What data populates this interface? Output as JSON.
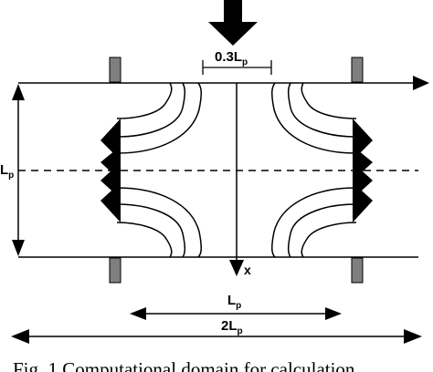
{
  "labels": {
    "gap": "0.3L",
    "gap_sub": "p",
    "height": "L",
    "height_sub": "p",
    "axis": "x",
    "width": "L",
    "width_sub": "p",
    "total": "2L",
    "total_sub": "p"
  },
  "caption": "Fig. 1 Computational domain for calculation",
  "colors": {
    "line": "#000000",
    "support": "#7f7f7f",
    "background": "#ffffff"
  }
}
